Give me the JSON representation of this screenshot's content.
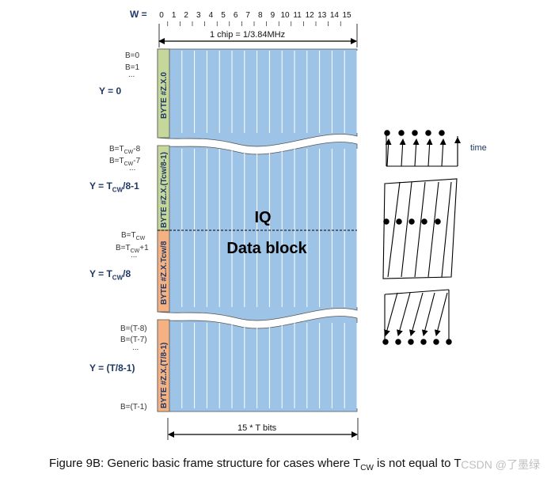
{
  "header": {
    "w_label": "W =",
    "w_values": [
      "0",
      "1",
      "2",
      "3",
      "4",
      "5",
      "6",
      "7",
      "8",
      "9",
      "10",
      "11",
      "12",
      "13",
      "14",
      "15"
    ]
  },
  "chip_label": "1   chip  = 1/3.84MHz",
  "bottom_label": "15 * T bits",
  "center_text": {
    "line1": "IQ",
    "line2": "Data block"
  },
  "sections": [
    {
      "byte_label": "BYTE #Z.X.0",
      "color": "#c5d79a",
      "b_labels": [
        {
          "text": "B=0"
        },
        {
          "text": "B=1"
        },
        {
          "text": "..."
        }
      ],
      "y_label": "Y = 0"
    },
    {
      "byte_label": "BYTE #Z.X.(Tcw/8-1)",
      "color": "#c5d79a",
      "b_labels": [
        {
          "text": "B=T",
          "sub": "CW",
          "post": "-8"
        },
        {
          "text": "B=T",
          "sub": "CW",
          "post": "-7"
        },
        {
          "text": "..."
        }
      ],
      "y_label": {
        "pre": "Y = T",
        "sub": "CW",
        "post": "/8-1"
      }
    },
    {
      "byte_label": "BYTE #Z.X.Tcw/8",
      "color": "#f4b183",
      "b_labels": [
        {
          "text": "B=T",
          "sub": "CW",
          "post": ""
        },
        {
          "text": "B=T",
          "sub": "CW",
          "post": "+1"
        },
        {
          "text": "..."
        }
      ],
      "y_label": {
        "pre": "Y = T",
        "sub": "CW",
        "post": "/8"
      }
    },
    {
      "byte_label": "BYTE #Z.X.(T/8-1)",
      "color": "#f4b183",
      "b_labels": [
        {
          "text": "B=(T-8)"
        },
        {
          "text": "B=(T-7)"
        },
        {
          "text": "..."
        },
        {
          "text": "B=(T-1)"
        }
      ],
      "y_label": "Y = (T/8-1)"
    }
  ],
  "time_label": "time",
  "caption": {
    "pre": "Figure 9B: Generic basic frame structure for cases where T",
    "sub": "CW",
    "post": " is not equal to T"
  },
  "watermark": "CSDN @了墨绿",
  "colors": {
    "grid": "#9dc3e6",
    "grid_line": "#ffffff",
    "green": "#c5d79a",
    "orange": "#f4b183",
    "text": "#1f3864"
  }
}
